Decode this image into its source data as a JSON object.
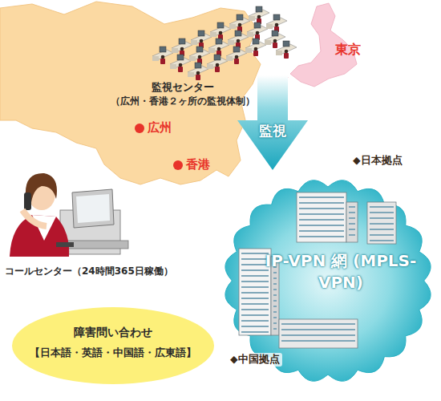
{
  "diagram": {
    "nodes": [
      {
        "text": [
          "監視センター",
          "（広州・香港２ヶ所の監視体制）"
        ]
      },
      {
        "text": [
          "IP-VPN 網 (MPLS-VPN)"
        ]
      },
      {
        "text": [
          "障害問い合わせ",
          "【日本語・英語・中国語・広東語】"
        ]
      }
    ],
    "edges": [
      {
        "from": 0,
        "to": 1,
        "label": "監視",
        "arrow": "to"
      }
    ],
    "labels": [
      "東京",
      "広州",
      "香港",
      "コールセンター（24時間365日稼働）",
      "◆日本拠点",
      "◆中国拠点"
    ]
  }
}
